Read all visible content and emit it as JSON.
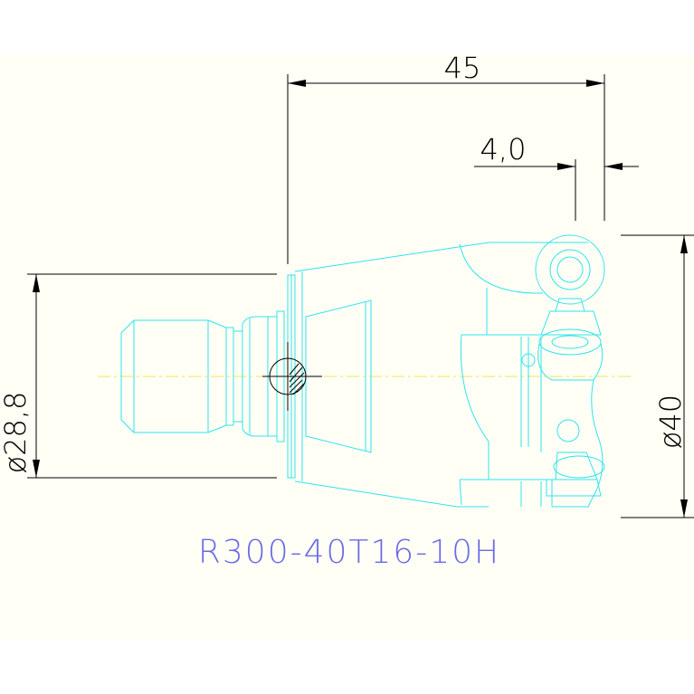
{
  "dimensions": {
    "overall_length": "45",
    "flange_offset": "4,0",
    "shank_diameter": "ø28,8",
    "cutter_diameter": "ø40"
  },
  "part_number": "R300-40T16-10H",
  "colors": {
    "geometry": "#2fe3ef",
    "dimension": "#000000",
    "centerline": "#f0e060",
    "label": "#6a6ae8",
    "background": "#fffff5"
  }
}
